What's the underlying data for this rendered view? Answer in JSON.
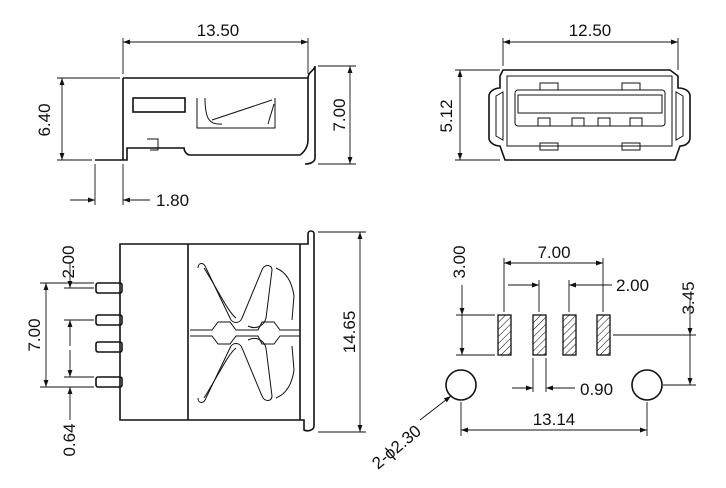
{
  "title": "",
  "views": {
    "top": {
      "width": "13.50",
      "height_body": "6.40",
      "height_total": "7.00",
      "offset": "1.80"
    },
    "front": {
      "width": "12.50",
      "height": "5.12"
    },
    "side": {
      "pitch_top": "2.00",
      "span": "7.00",
      "pin_width": "0.64",
      "length": "14.65"
    },
    "footprint": {
      "span_pads": "7.00",
      "pad_pitch": "2.00",
      "pad_height": "3.00",
      "offset": "3.45",
      "pad_width": "0.90",
      "hole_pitch": "13.14",
      "hole_dia": "2-ϕ2.30"
    }
  },
  "colors": {
    "line": "#111111",
    "background": "#ffffff"
  }
}
